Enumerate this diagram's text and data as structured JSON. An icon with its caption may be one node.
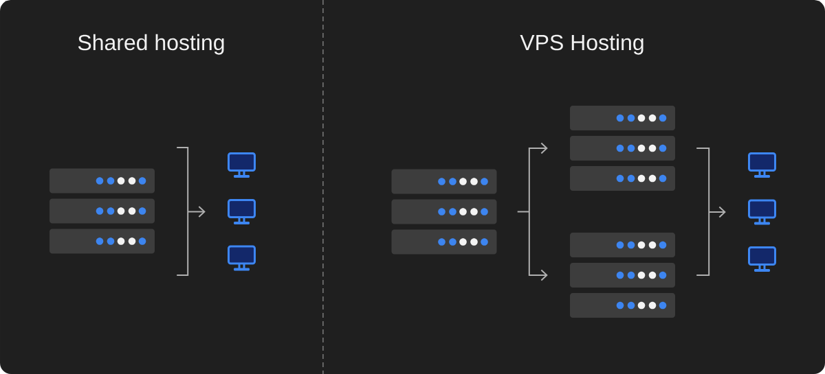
{
  "diagram": {
    "nodes": [
      {
        "text": [],
        "shape": "server"
      },
      {
        "text": [],
        "shape": "monitor"
      },
      {
        "text": [],
        "shape": "monitor"
      },
      {
        "text": [],
        "shape": "monitor"
      },
      {
        "text": [],
        "shape": "server"
      },
      {
        "text": [],
        "shape": "server"
      },
      {
        "text": [],
        "shape": "server"
      },
      {
        "text": [],
        "shape": "monitor"
      },
      {
        "text": [],
        "shape": "monitor"
      },
      {
        "text": [],
        "shape": "monitor"
      }
    ],
    "edges": [
      {
        "from": 0,
        "to": 2,
        "arrow": "to"
      },
      {
        "from": 4,
        "to": 5,
        "arrow": "to"
      },
      {
        "from": 4,
        "to": 6,
        "arrow": "to"
      },
      {
        "from": 5,
        "to": 8,
        "arrow": "to"
      },
      {
        "from": 6,
        "to": 8,
        "arrow": "to"
      }
    ],
    "labels": [
      "Shared hosting",
      "VPS Hosting"
    ]
  }
}
